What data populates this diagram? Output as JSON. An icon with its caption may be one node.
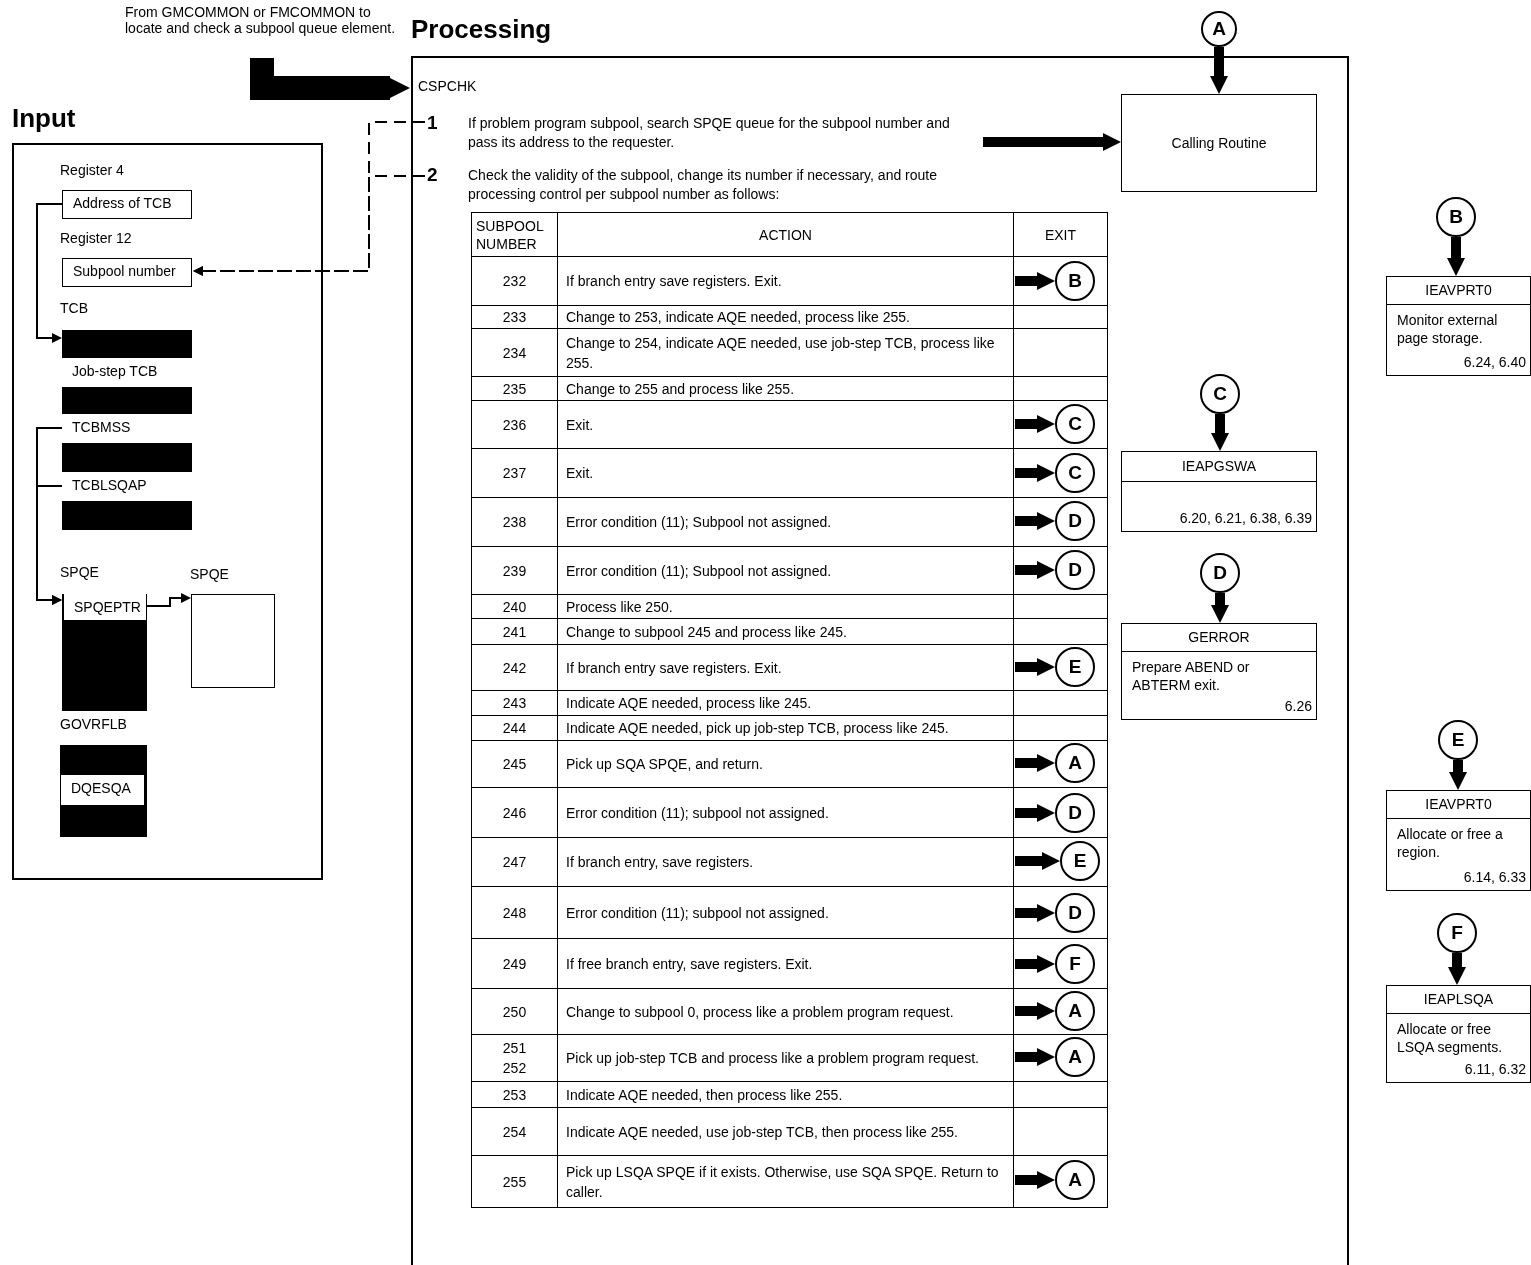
{
  "diagram": {
    "nodes": [
      {
        "text": [
          "From GMCOMMON or FMCOMMON to locate and check a subpool queue element."
        ]
      },
      {
        "text": [
          "Input"
        ]
      },
      {
        "text": [
          "Register 4",
          "Address of TCB"
        ],
        "in": 1
      },
      {
        "text": [
          "Register 12",
          "Subpool number"
        ],
        "in": 1
      },
      {
        "text": [
          "TCB"
        ],
        "in": 1
      },
      {
        "text": [
          "Job-step TCB"
        ],
        "in": 4
      },
      {
        "text": [
          "TCBMSS"
        ],
        "in": 4
      },
      {
        "text": [
          "TCBLSQAP"
        ],
        "in": 4
      },
      {
        "text": [
          "SPQE"
        ],
        "in": 1
      },
      {
        "text": [
          "SPQEPTR"
        ],
        "in": 8
      },
      {
        "text": [
          "SPQE"
        ],
        "in": 1
      },
      {
        "text": [
          "GOVRFLB"
        ],
        "in": 1
      },
      {
        "text": [
          "DQESQA"
        ],
        "in": 11
      },
      {
        "text": [
          "Processing"
        ]
      },
      {
        "text": [
          "CSPCHK"
        ],
        "in": 13
      },
      {
        "text": [
          "1",
          "If problem program subpool, search SPQE queue for the subpool number and pass its address to the requester."
        ],
        "in": 13
      },
      {
        "text": [
          "2",
          "Check the validity of the subpool, change its number if necessary, and route processing control per subpool number as follows:"
        ],
        "in": 13
      },
      {
        "text": [
          "A"
        ]
      },
      {
        "text": [
          "Calling Routine"
        ],
        "in": 13
      },
      {
        "text": [
          "B"
        ],
        "in": 13
      },
      {
        "text": [
          "C"
        ],
        "in": 13
      },
      {
        "text": [
          "C"
        ],
        "in": 13
      },
      {
        "text": [
          "D"
        ],
        "in": 13
      },
      {
        "text": [
          "D"
        ],
        "in": 13
      },
      {
        "text": [
          "E"
        ],
        "in": 13
      },
      {
        "text": [
          "A"
        ],
        "in": 13
      },
      {
        "text": [
          "D"
        ],
        "in": 13
      },
      {
        "text": [
          "E"
        ],
        "in": 13
      },
      {
        "text": [
          "D"
        ],
        "in": 13
      },
      {
        "text": [
          "F"
        ],
        "in": 13
      },
      {
        "text": [
          "A"
        ],
        "in": 13
      },
      {
        "text": [
          "A"
        ],
        "in": 13
      },
      {
        "text": [
          "A"
        ],
        "in": 13
      },
      {
        "text": [
          "C"
        ],
        "in": 13
      },
      {
        "text": [
          "IEAPGSWA",
          "6.20, 6.21, 6.38, 6.39"
        ],
        "in": 13
      },
      {
        "text": [
          "D"
        ],
        "in": 13
      },
      {
        "text": [
          "GERROR",
          "Prepare ABEND or ABTERM exit.",
          "6.26"
        ],
        "in": 13
      },
      {
        "text": [
          "B"
        ]
      },
      {
        "text": [
          "IEAVPRT0",
          "Monitor external page storage.",
          "6.24, 6.40"
        ]
      },
      {
        "text": [
          "E"
        ]
      },
      {
        "text": [
          "IEAVPRT0",
          "Allocate or free a region.",
          "6.14, 6.33"
        ]
      },
      {
        "text": [
          "F"
        ]
      },
      {
        "text": [
          "IEAPLSQA",
          "Allocate or free LSQA segments.",
          "6.11, 6.32"
        ]
      }
    ],
    "edges": [
      {
        "from": 0,
        "to": 14,
        "arrow": "to",
        "style": "thick"
      },
      {
        "from": 15,
        "to": 3,
        "arrow": "to",
        "style": "dashed"
      },
      {
        "from": 16,
        "to": 3,
        "arrow": "to",
        "style": "dashed"
      },
      {
        "from": 15,
        "to": 18,
        "arrow": "to"
      },
      {
        "from": 17,
        "to": 18,
        "arrow": "to"
      },
      {
        "from": null,
        "to": 19,
        "arrow": "to"
      },
      {
        "from": null,
        "to": 20,
        "arrow": "to"
      },
      {
        "from": null,
        "to": 21,
        "arrow": "to"
      },
      {
        "from": null,
        "to": 22,
        "arrow": "to"
      },
      {
        "from": null,
        "to": 23,
        "arrow": "to"
      },
      {
        "from": null,
        "to": 24,
        "arrow": "to"
      },
      {
        "from": null,
        "to": 25,
        "arrow": "to"
      },
      {
        "from": null,
        "to": 26,
        "arrow": "to"
      },
      {
        "from": null,
        "to": 27,
        "arrow": "to"
      },
      {
        "from": null,
        "to": 28,
        "arrow": "to"
      },
      {
        "from": null,
        "to": 29,
        "arrow": "to"
      },
      {
        "from": null,
        "to": 30,
        "arrow": "to"
      },
      {
        "from": null,
        "to": 31,
        "arrow": "to"
      },
      {
        "from": null,
        "to": 32,
        "arrow": "to"
      },
      {
        "from": 33,
        "to": 34,
        "arrow": "to"
      },
      {
        "from": 35,
        "to": 36,
        "arrow": "to"
      },
      {
        "from": 37,
        "to": 38,
        "arrow": "to"
      },
      {
        "from": 39,
        "to": 40,
        "arrow": "to"
      },
      {
        "from": 41,
        "to": 42,
        "arrow": "to"
      },
      {
        "from": 2,
        "to": 4,
        "arrow": "to"
      },
      {
        "from": 6,
        "to": 8,
        "arrow": "to"
      },
      {
        "from": 7,
        "to": 8,
        "arrow": "to"
      },
      {
        "from": 9,
        "to": 10,
        "arrow": "to"
      }
    ],
    "labels": [
      "SUBPOOL NUMBER",
      "ACTION",
      "EXIT",
      "232",
      "If branch entry save registers. Exit.",
      "233",
      "Change to 253, indicate AQE needed, process like 255.",
      "234",
      "Change to 254, indicate AQE needed, use job-step TCB, process like 255.",
      "235",
      "Change to 255 and process like 255.",
      "236",
      "Exit.",
      "237",
      "Exit.",
      "238",
      "Error condition (11); Subpool not assigned.",
      "239",
      "Error condition (11); Subpool not assigned.",
      "240",
      "Process like 250.",
      "241",
      "Change to subpool 245 and process like 245.",
      "242",
      "If branch entry save registers. Exit.",
      "243",
      "Indicate AQE needed, process like 245.",
      "244",
      "Indicate AQE needed, pick up job-step TCB, process like 245.",
      "245",
      "Pick up SQA SPQE, and return.",
      "246",
      "Error condition (11); subpool not assigned.",
      "247",
      "If branch entry, save registers.",
      "248",
      "Error condition (11); subpool not assigned.",
      "249",
      "If free branch entry, save registers.  Exit.",
      "250",
      "Change to subpool 0, process like a problem program request.",
      "251",
      "252",
      "Pick up job-step TCB and process like a problem program request.",
      "253",
      "Indicate AQE needed, then process like 255.",
      "254",
      "Indicate AQE needed, use job-step TCB, then process like 255.",
      "255",
      "Pick up LSQA SPQE if it exists.  Otherwise, use SQA SPQE.  Return to caller."
    ]
  }
}
